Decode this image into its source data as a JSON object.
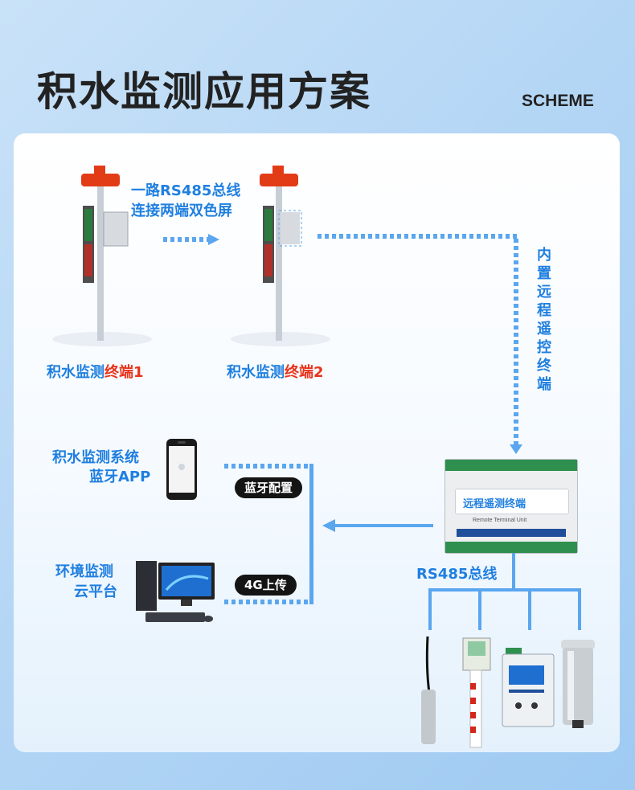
{
  "header": {
    "title": "积水监测应用方案",
    "tag": "SCHEME"
  },
  "diagram": {
    "link_label_line1": "一路RS485总线",
    "link_label_line2": "连接两端双色屏",
    "terminal1": {
      "prefix": "积水监测",
      "suffix": "终端1"
    },
    "terminal2": {
      "prefix": "积水监测",
      "suffix": "终端2"
    },
    "vertical_label": "内置远程遥控终端",
    "app_line1": "积水监测系统",
    "app_line2": "蓝牙APP",
    "bluetooth_badge": "蓝牙配置",
    "cloud_line1": "环境监测",
    "cloud_line2": "云平台",
    "upload_badge": "4G上传",
    "rtu_name": "远程遥测终端",
    "rtu_subtitle": "Remote Terminal Unit",
    "bus_label": "RS485总线"
  },
  "colors": {
    "accent": "#1f7fe0",
    "highlight": "#e8341c",
    "dashed": "#5aa6ef"
  }
}
